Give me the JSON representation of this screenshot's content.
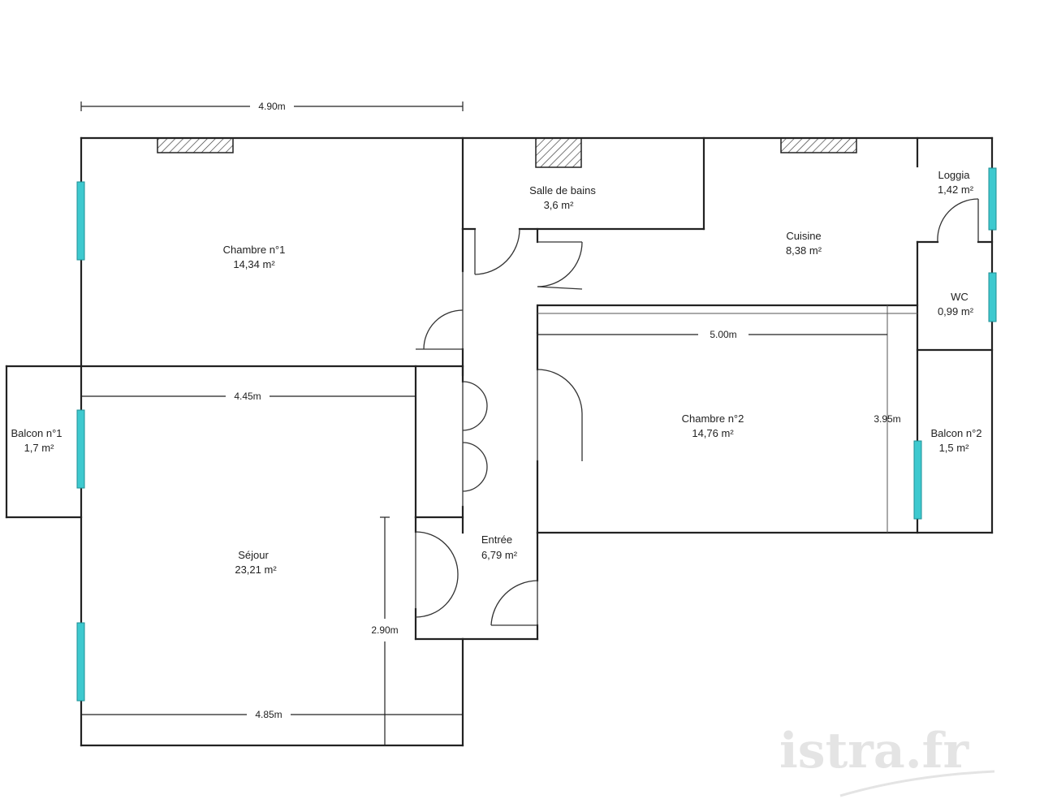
{
  "rooms": {
    "chambre1": {
      "name": "Chambre n°1",
      "area": "14,34  m²"
    },
    "sdb": {
      "name": "Salle de bains",
      "area": "3,6  m²"
    },
    "cuisine": {
      "name": "Cuisine",
      "area": "8,38  m²"
    },
    "loggia": {
      "name": "Loggia",
      "area": "1,42  m²"
    },
    "wc": {
      "name": "WC",
      "area": "0,99  m²"
    },
    "balcon1": {
      "name": "Balcon n°1",
      "area": "1,7  m²"
    },
    "chambre2": {
      "name": "Chambre n°2",
      "area": "14,76  m²"
    },
    "balcon2": {
      "name": "Balcon n°2",
      "area": "1,5  m²"
    },
    "sejour": {
      "name": "Séjour",
      "area": "23,21  m²"
    },
    "entree": {
      "name": "Entrée",
      "area": "6,79  m²"
    }
  },
  "dimensions": {
    "top": "4.90m",
    "chambre2_width": "5.00m",
    "sejour_top": "4.45m",
    "chambre2_height": "3.95m",
    "sejour_height": "2.90m",
    "sejour_bottom": "4.85m"
  },
  "watermark": "istra.fr",
  "colors": {
    "window": "#3ec9cf",
    "wall": "#222222"
  }
}
